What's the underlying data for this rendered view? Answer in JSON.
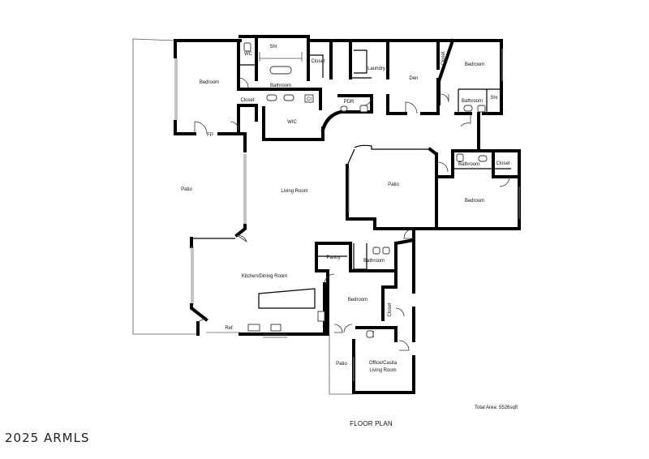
{
  "rooms": {
    "bedroom_master": "Bedroom",
    "wc": "WC",
    "shower_master": "Shr",
    "closet_master": "Closet",
    "bathroom_master": "Bathroom",
    "closet_small": "Closet",
    "cl": "Cl",
    "wic": "WIC",
    "fp": "FP",
    "laundry": "Laundry",
    "pdr": "PDR",
    "den": "Den",
    "closet_ne": "Closet",
    "bedroom_ne": "Bedroom",
    "bathroom_ne": "Bathroom",
    "shower_ne": "Shr",
    "patio_west": "Patio",
    "living_room": "Living Room",
    "patio_center": "Patio",
    "bathroom_east": "Bathroom",
    "closet_east": "Closet",
    "bedroom_east": "Bedroom",
    "pantry": "Pantry",
    "bathroom_casita": "Bathroom",
    "kitchen_dining": "Kitchen/Dining Room",
    "bedroom_casita": "Bedroom",
    "closet_casita": "Closet",
    "ref": "Ref",
    "patio_south": "Patio",
    "office_casita_1": "Office/Casita",
    "office_casita_2": "Living Room"
  },
  "total_area": "Total Area: 5526sqft",
  "caption": "FLOOR PLAN",
  "watermark": "2025 ARMLS"
}
